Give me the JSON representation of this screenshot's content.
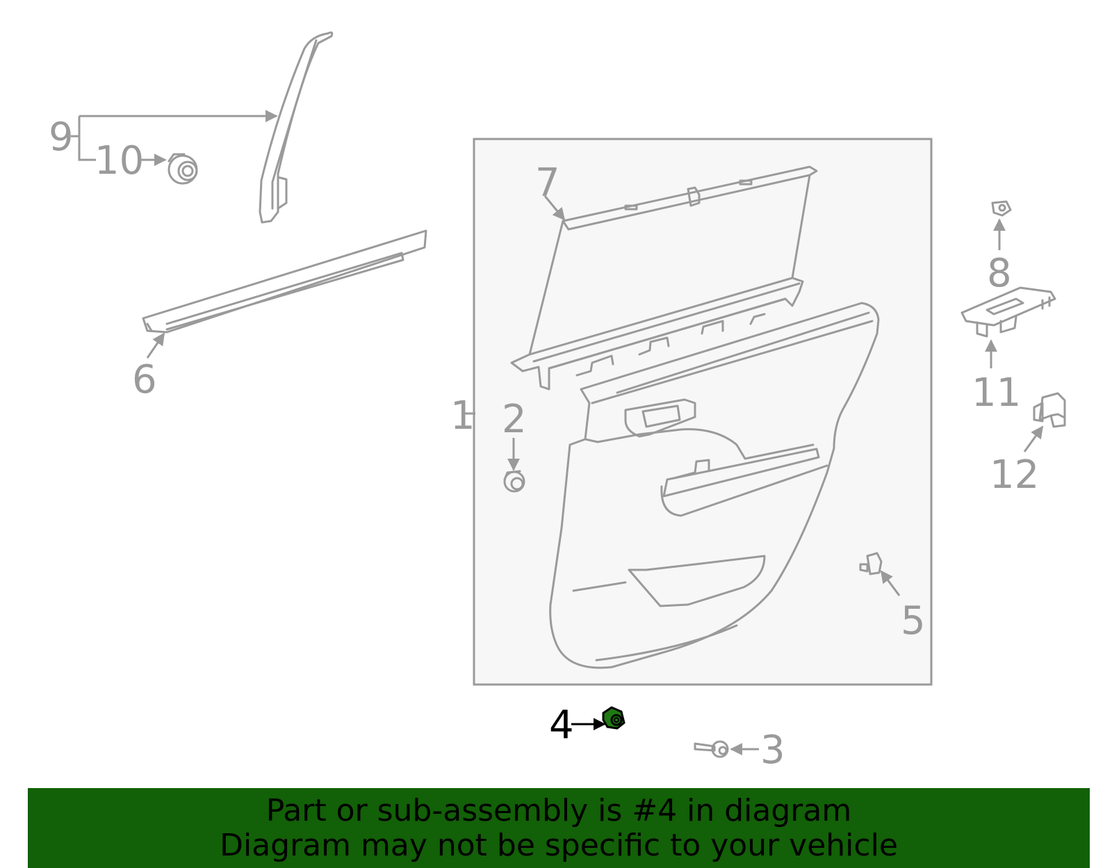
{
  "diagram": {
    "callouts": {
      "c1": "1",
      "c2": "2",
      "c3": "3",
      "c4": "4",
      "c5": "5",
      "c6": "6",
      "c7": "7",
      "c8": "8",
      "c9": "9",
      "c10": "10",
      "c11": "11",
      "c12": "12"
    },
    "highlighted_part": "4",
    "highlight_color": "#1f7a12",
    "line_color": "#9a9a9a"
  },
  "banner": {
    "line1": "Part or sub-assembly is #4 in diagram",
    "line2": "Diagram may not be specific to your vehicle",
    "background": "#126007"
  }
}
